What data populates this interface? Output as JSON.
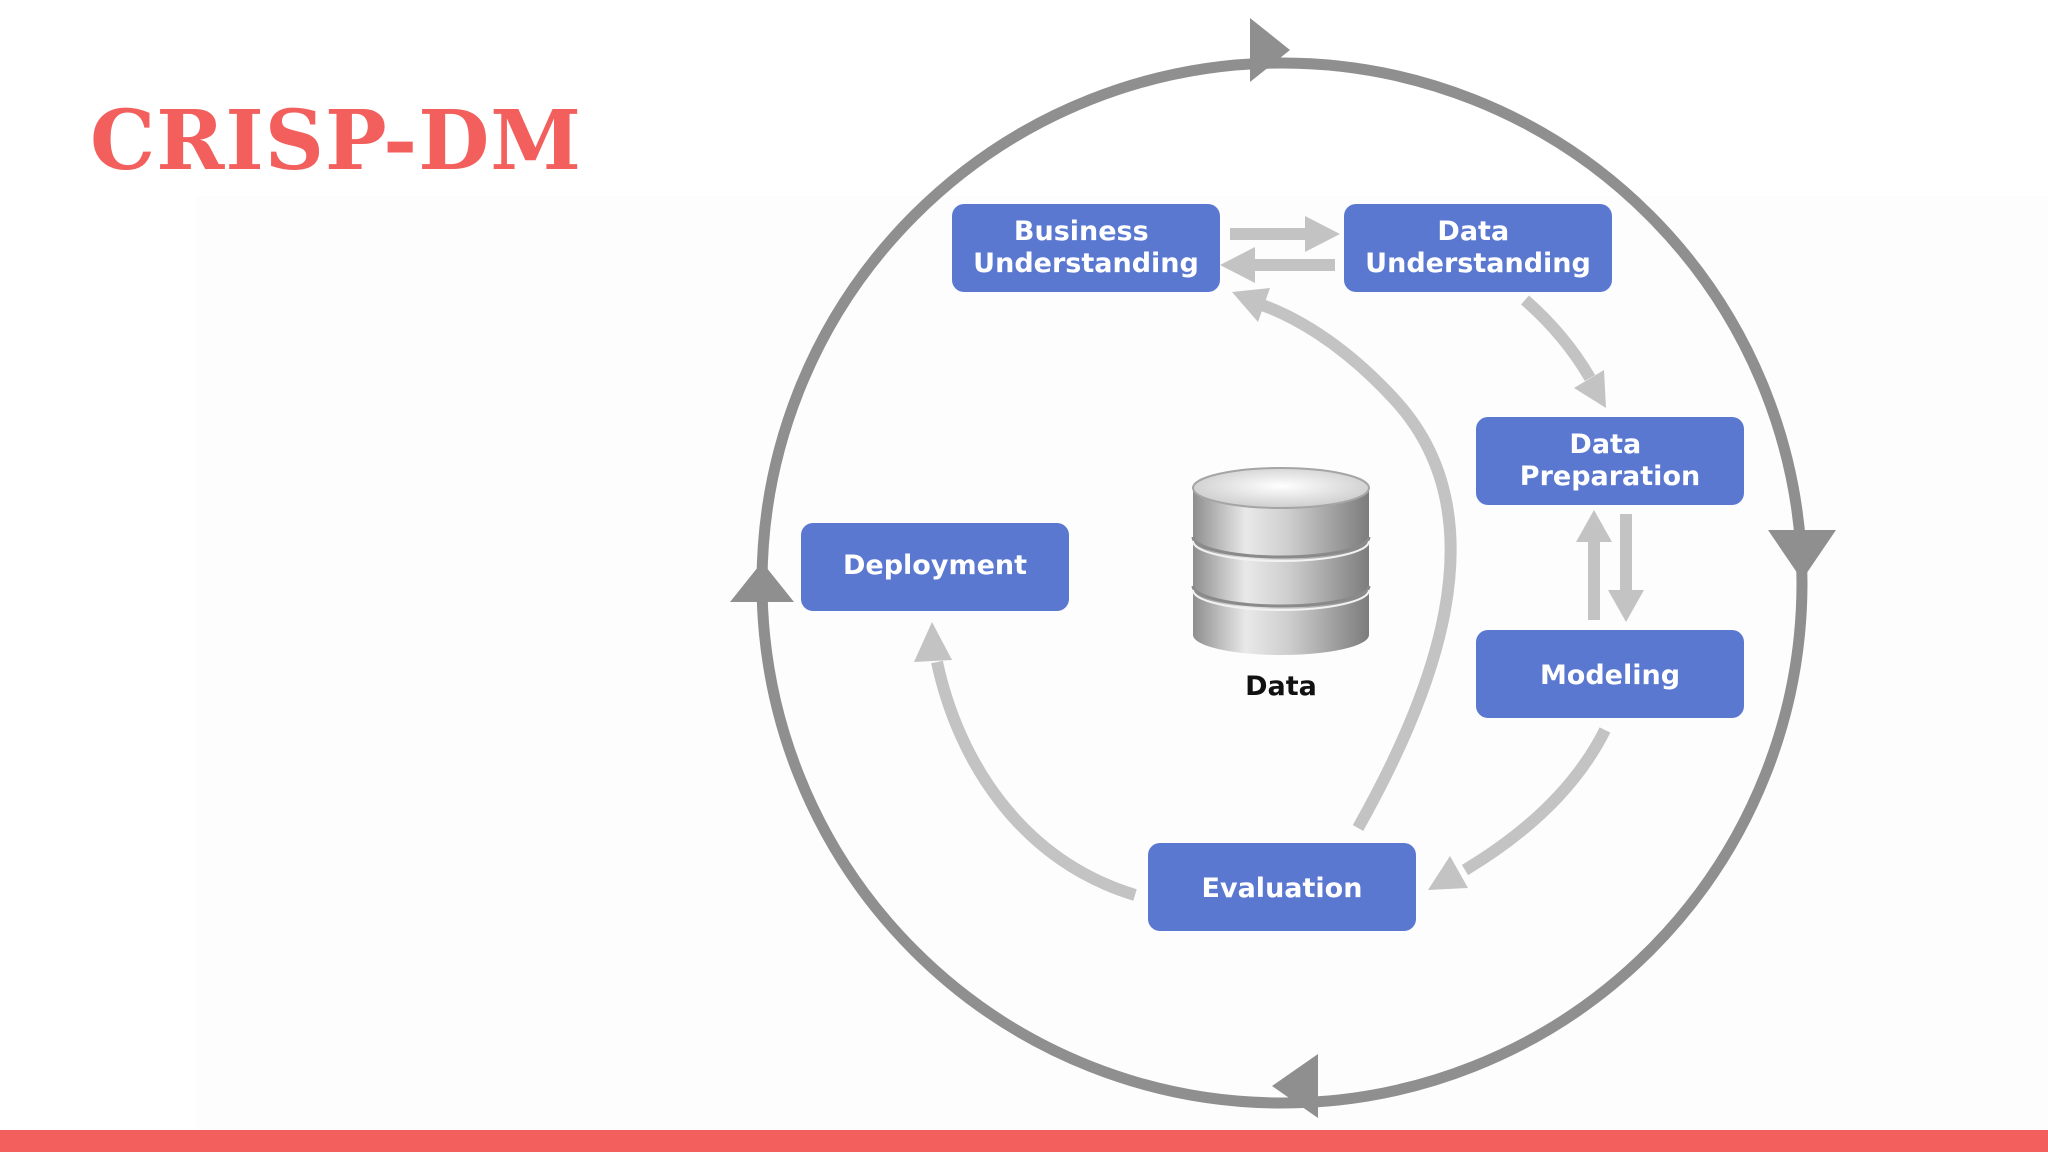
{
  "slide": {
    "title": "CRISP-DM",
    "accent_color": "#f25f5c"
  },
  "diagram": {
    "phase_color": "#5b78d1",
    "outer_cycle_color": "#8f8f8f",
    "inner_arrow_color": "#c3c3c3",
    "phases": {
      "business_understanding": [
        "Business",
        "Understanding"
      ],
      "data_understanding": [
        "Data",
        "Understanding"
      ],
      "data_preparation": [
        "Data",
        "Preparation"
      ],
      "modeling": "Modeling",
      "evaluation": "Evaluation",
      "deployment": "Deployment"
    },
    "center": {
      "icon": "database-icon",
      "label": "Data"
    }
  }
}
